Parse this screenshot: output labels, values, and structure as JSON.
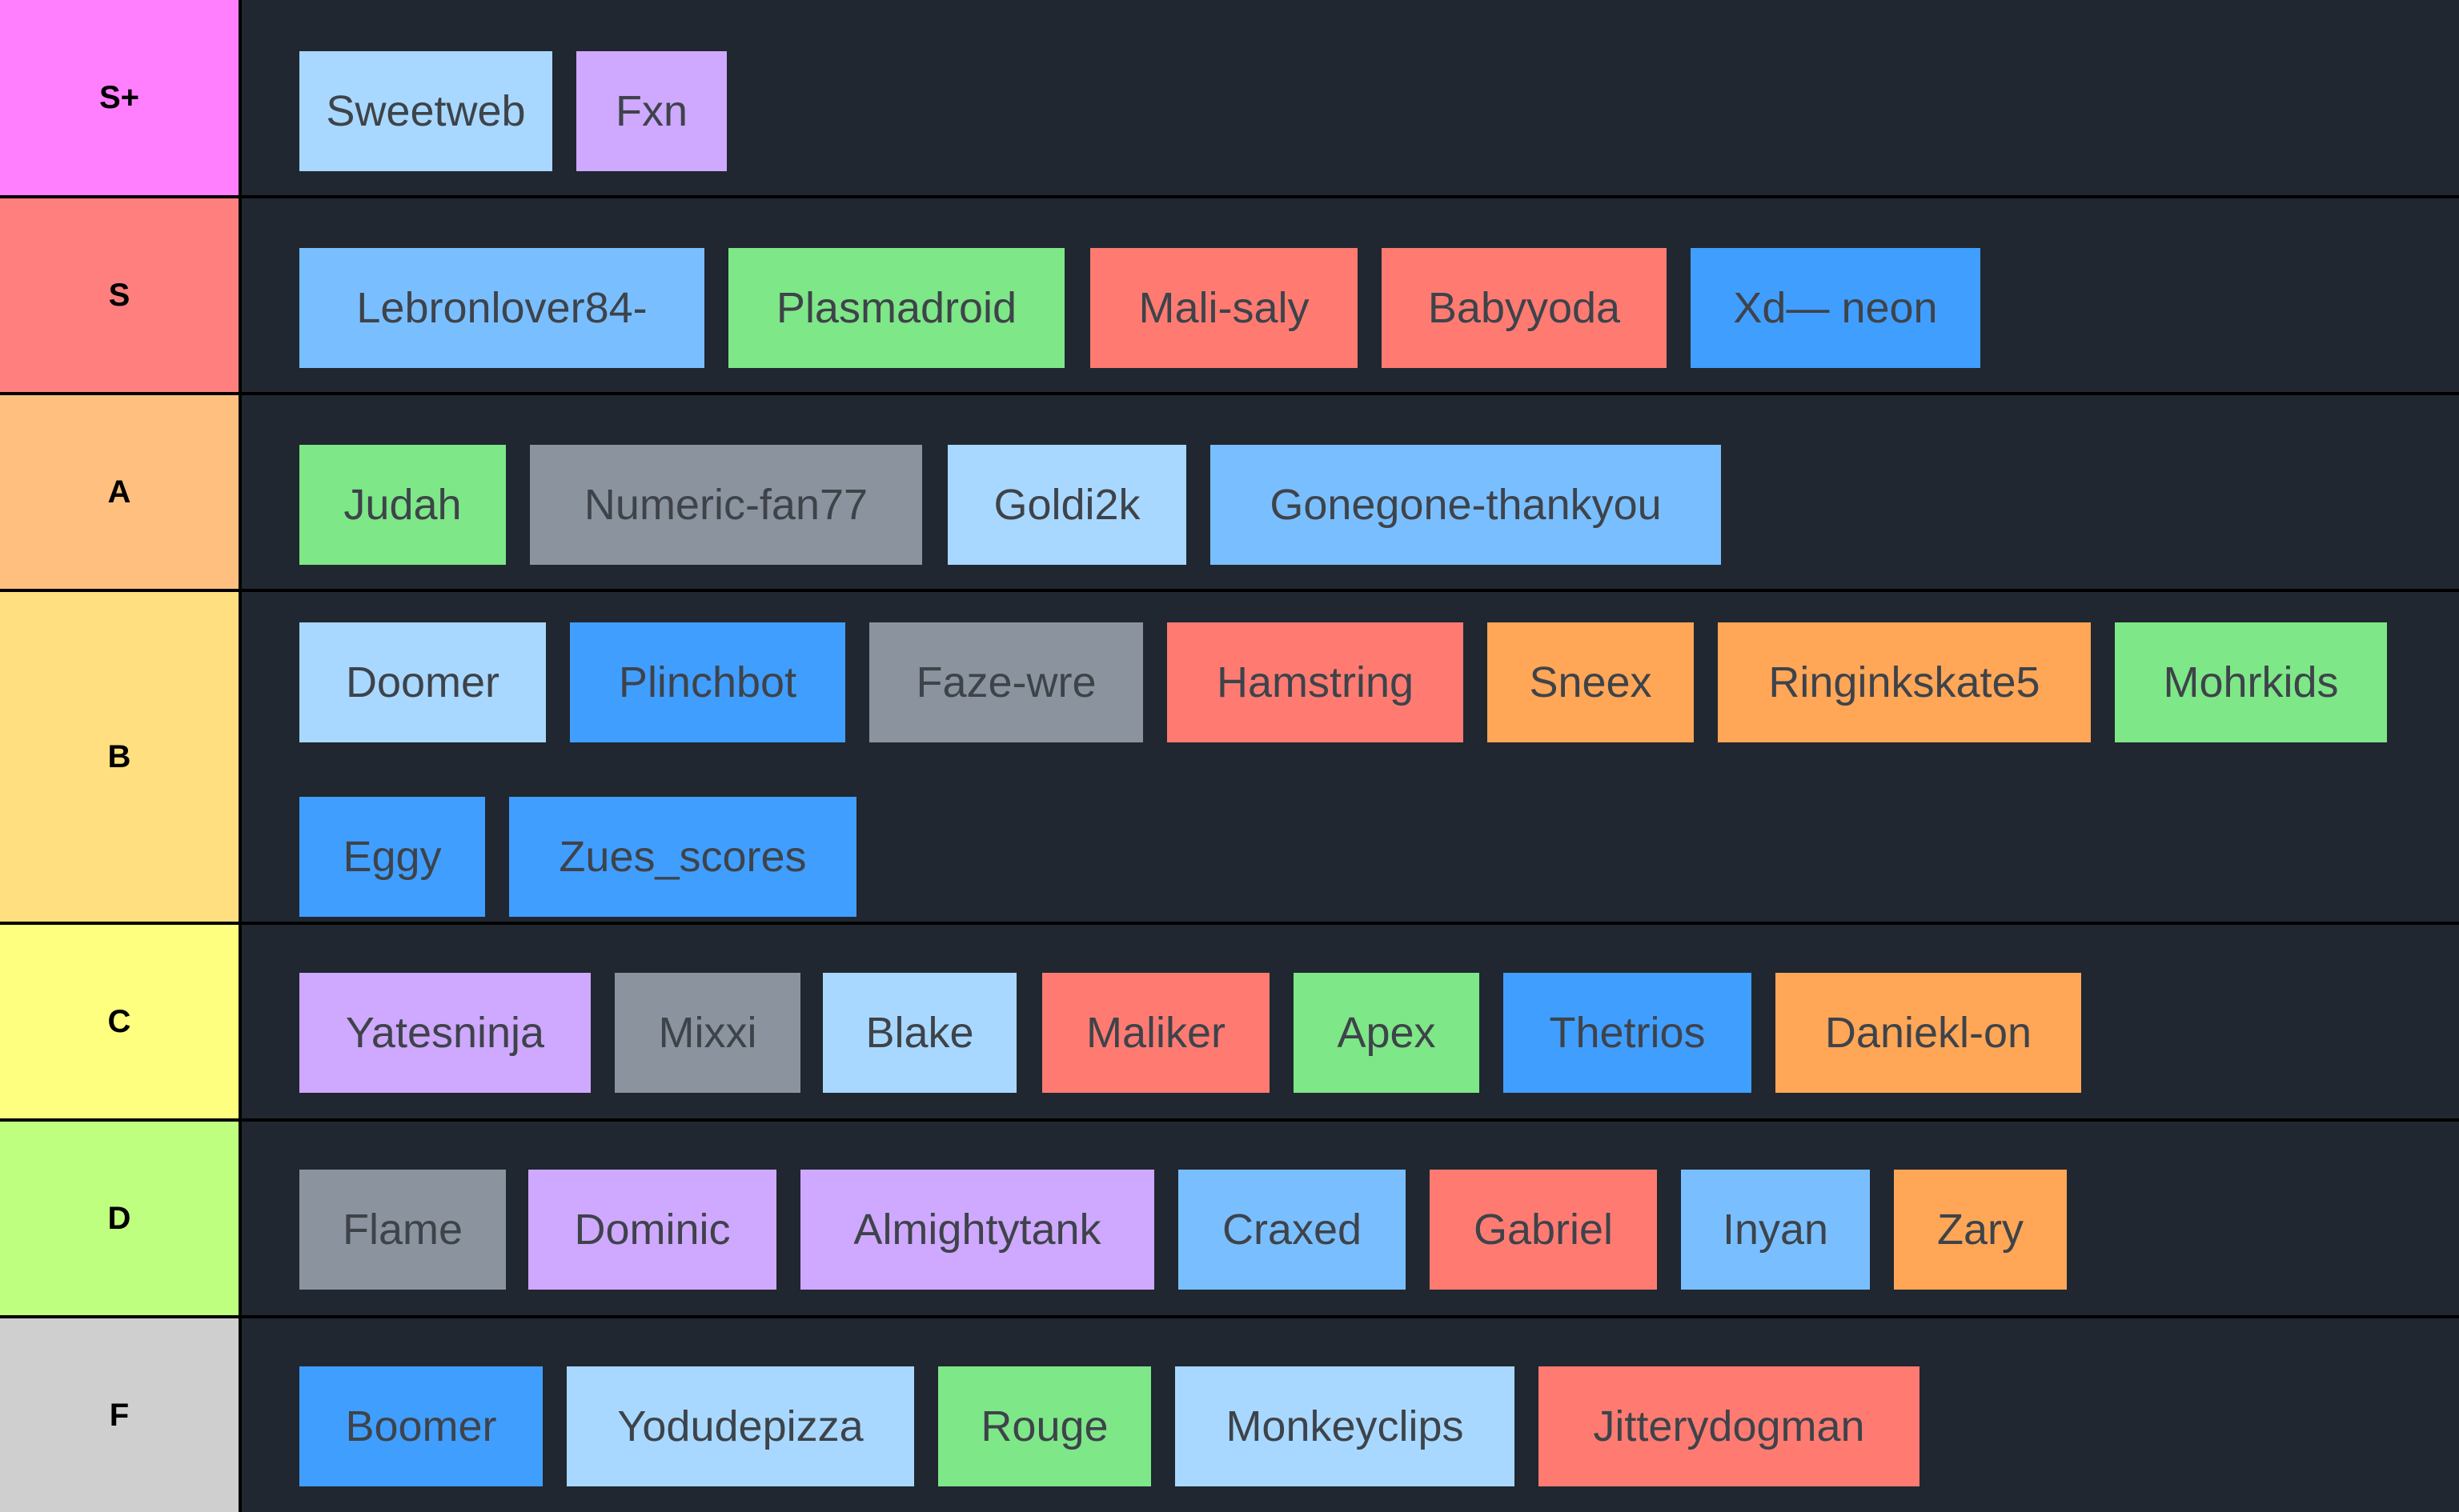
{
  "tiers": [
    {
      "label": "S+",
      "color": "#ff7fff",
      "items": [
        {
          "text": "Sweetweb",
          "color": "#a8d8ff"
        },
        {
          "text": "Fxn",
          "color": "#cfa8ff"
        }
      ]
    },
    {
      "label": "S",
      "color": "#ff7f7f",
      "items": [
        {
          "text": "Lebronlover84-",
          "color": "#79bfff"
        },
        {
          "text": "Plasmadroid",
          "color": "#7ee787"
        },
        {
          "text": "Mali-saly",
          "color": "#ff7b72"
        },
        {
          "text": "Babyyoda",
          "color": "#ff7b72"
        },
        {
          "text": "Xd— neon",
          "color": "#409eff"
        }
      ]
    },
    {
      "label": "A",
      "color": "#ffbf7f",
      "items": [
        {
          "text": "Judah",
          "color": "#7ee787"
        },
        {
          "text": "Numeric-fan77",
          "color": "#8b949e"
        },
        {
          "text": "Goldi2k",
          "color": "#a8d8ff"
        },
        {
          "text": "Gonegone-thankyou",
          "color": "#79bfff"
        }
      ]
    },
    {
      "label": "B",
      "color": "#ffdf7f",
      "items": [
        {
          "text": "Doomer",
          "color": "#a8d8ff"
        },
        {
          "text": "Plinchbot",
          "color": "#409eff"
        },
        {
          "text": "Faze-wre",
          "color": "#8b949e"
        },
        {
          "text": "Hamstring",
          "color": "#ff7b72"
        },
        {
          "text": "Sneex",
          "color": "#ffa657"
        },
        {
          "text": "Ringinkskate5",
          "color": "#ffa657"
        },
        {
          "text": "Mohrkids",
          "color": "#7ee787"
        },
        {
          "text": "Eggy",
          "color": "#409eff"
        },
        {
          "text": "Zues_scores",
          "color": "#409eff"
        }
      ]
    },
    {
      "label": "C",
      "color": "#ffff7f",
      "items": [
        {
          "text": "Yatesninja",
          "color": "#cfa8ff"
        },
        {
          "text": "Mixxi",
          "color": "#8b949e"
        },
        {
          "text": "Blake",
          "color": "#a8d8ff"
        },
        {
          "text": "Maliker",
          "color": "#ff7b72"
        },
        {
          "text": "Apex",
          "color": "#7ee787"
        },
        {
          "text": "Thetrios",
          "color": "#409eff"
        },
        {
          "text": "Daniekl-on",
          "color": "#ffa657"
        }
      ]
    },
    {
      "label": "D",
      "color": "#bfff7f",
      "items": [
        {
          "text": "Flame",
          "color": "#8b949e"
        },
        {
          "text": "Dominic",
          "color": "#cfa8ff"
        },
        {
          "text": "Almightytank",
          "color": "#cfa8ff"
        },
        {
          "text": "Craxed",
          "color": "#79bfff"
        },
        {
          "text": "Gabriel",
          "color": "#ff7b72"
        },
        {
          "text": "Inyan",
          "color": "#79bfff"
        },
        {
          "text": "Zary",
          "color": "#ffa657"
        }
      ]
    },
    {
      "label": "F",
      "color": "#cfcfcf",
      "items": [
        {
          "text": "Boomer",
          "color": "#409eff"
        },
        {
          "text": "Yodudepizza",
          "color": "#a8d8ff"
        },
        {
          "text": "Rouge",
          "color": "#7ee787"
        },
        {
          "text": "Monkeyclips",
          "color": "#a8d8ff"
        },
        {
          "text": "Jitterydogman",
          "color": "#ff7b72"
        }
      ]
    }
  ]
}
